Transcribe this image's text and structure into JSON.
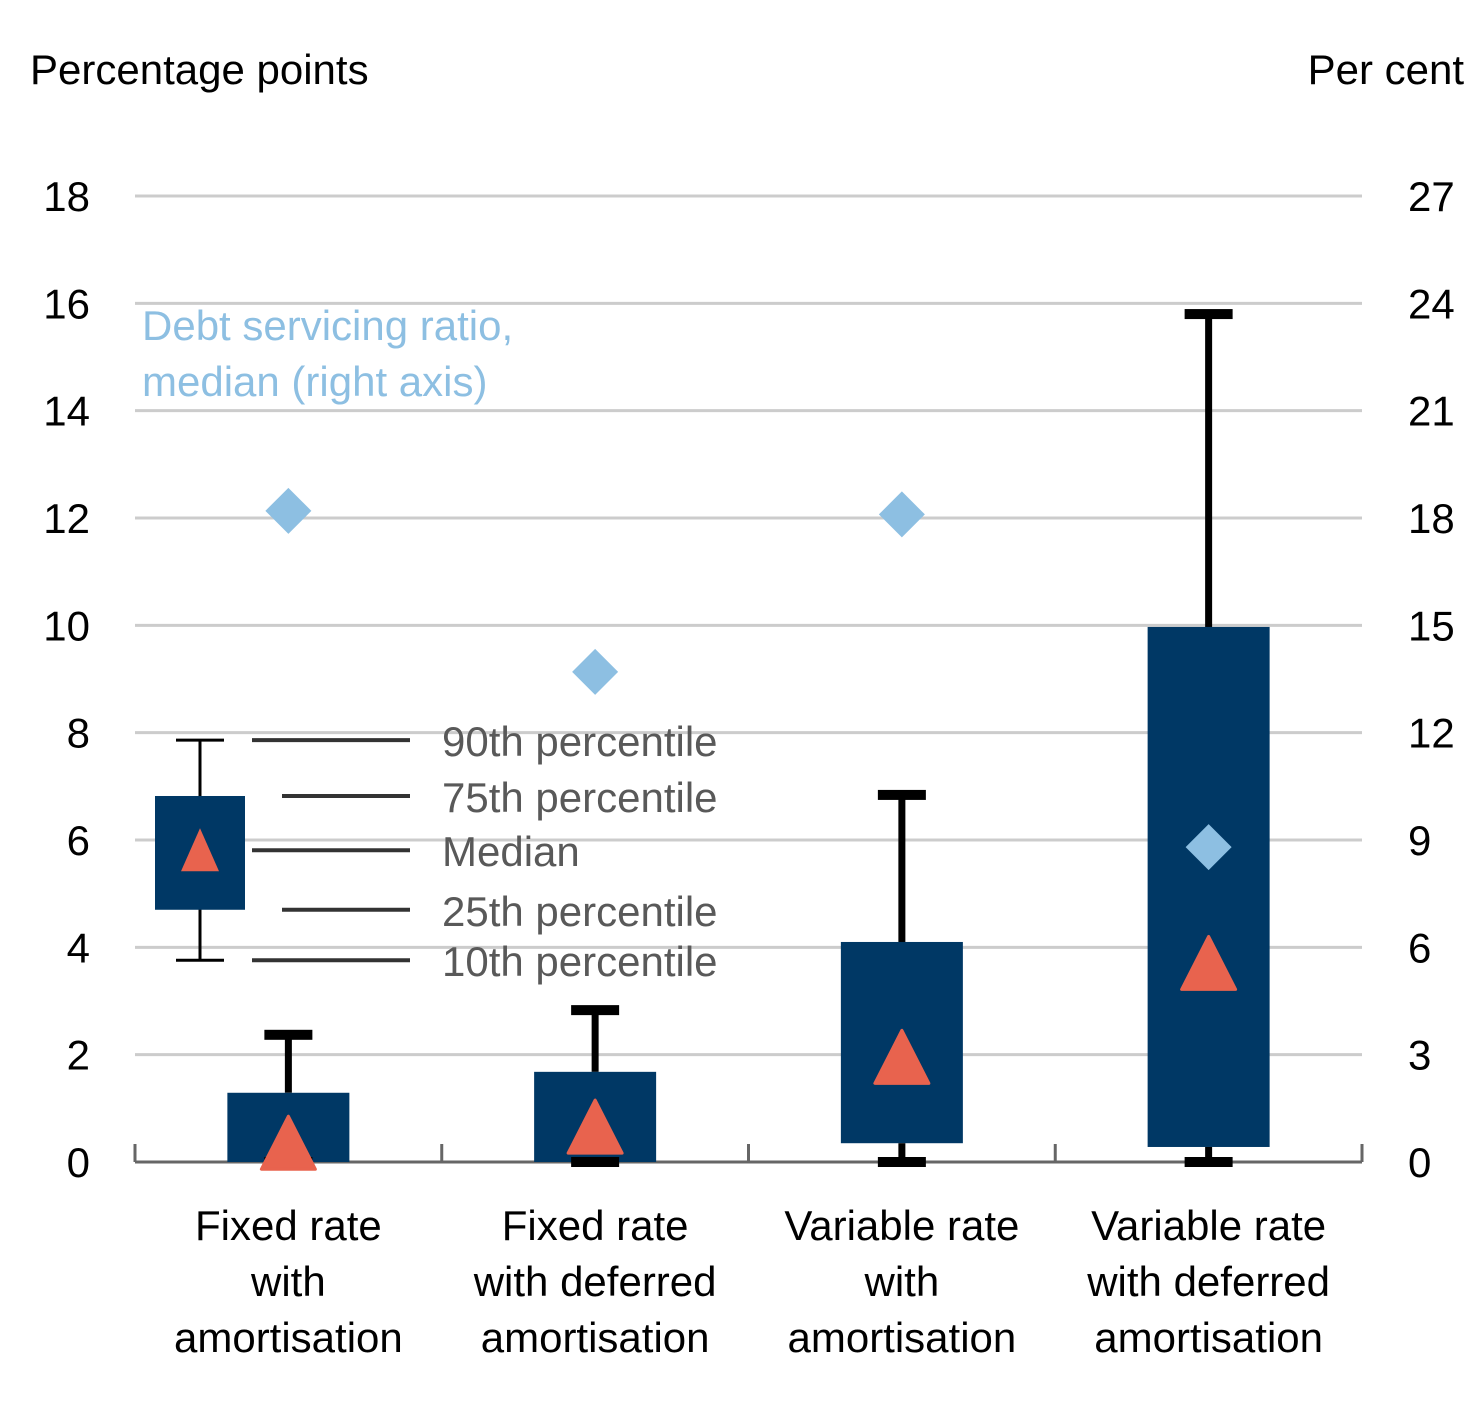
{
  "chart_data": {
    "type": "box",
    "left_axis_label": "Percentage points",
    "right_axis_label": "Per cent",
    "ylim_left": [
      0,
      18
    ],
    "ylim_right": [
      0,
      27
    ],
    "left_ticks": [
      "0",
      "2",
      "4",
      "6",
      "8",
      "10",
      "12",
      "14",
      "16",
      "18"
    ],
    "right_ticks": [
      "0",
      "3",
      "6",
      "9",
      "12",
      "15",
      "18",
      "21",
      "24",
      "27"
    ],
    "grid": true,
    "categories": [
      [
        "Fixed rate",
        "with",
        "amortisation"
      ],
      [
        "Fixed rate",
        "with deferred",
        "amortisation"
      ],
      [
        "Variable rate",
        "with",
        "amortisation"
      ],
      [
        "Variable rate",
        "with deferred",
        "amortisation"
      ]
    ],
    "series": [
      {
        "name": "10th percentile",
        "values": [
          0,
          0,
          0,
          0
        ]
      },
      {
        "name": "25th percentile",
        "values": [
          0,
          0,
          0.35,
          0.28
        ]
      },
      {
        "name": "Median",
        "values": [
          0.35,
          0.65,
          1.95,
          3.7
        ]
      },
      {
        "name": "75th percentile",
        "values": [
          1.29,
          1.68,
          4.1,
          9.97
        ]
      },
      {
        "name": "90th percentile",
        "values": [
          2.37,
          2.83,
          6.84,
          15.8
        ]
      },
      {
        "name": "Debt servicing ratio, median (right axis)",
        "axis": "right",
        "values": [
          18.2,
          13.7,
          18.1,
          8.8
        ]
      }
    ],
    "annotation": [
      "Debt servicing ratio,",
      "median (right axis)"
    ],
    "legend_key": {
      "labels": [
        "90th percentile",
        "75th percentile",
        "Median",
        "25th percentile",
        "10th percentile"
      ],
      "example_values": [
        7.86,
        6.82,
        5.81,
        4.7,
        3.76
      ]
    },
    "colors": {
      "box": "#003865",
      "median": "#E8634E",
      "dsr": "#8DBFE2",
      "grid": "#CCCCCC",
      "axis": "#666666",
      "legend_text": "#595959"
    }
  }
}
